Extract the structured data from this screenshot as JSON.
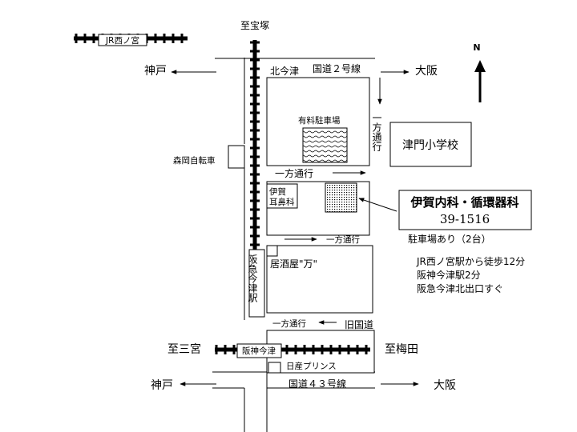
{
  "labels": {
    "jr_station": "JR西ノ宮",
    "to_takarazuka": "至宝塚",
    "north": "N",
    "kobe_top": "神戸",
    "osaka_top": "大阪",
    "kita_imazu": "北今津",
    "route2": "国道２号線",
    "paid_parking": "有料駐車場",
    "one_way_vertical": "一方通行",
    "school": "津門小学校",
    "morioka_bicycle": "森岡自転車",
    "one_way_1": "一方通行",
    "iga_ent_line1": "伊賀",
    "iga_ent_line2": "耳鼻科",
    "clinic_name": "伊賀内科・循環器科",
    "clinic_phone": "39-1516",
    "parking_note": "駐車場あり（2台）",
    "one_way_2": "一方通行",
    "hankyu_station": "阪急今津駅",
    "izakaya": "居酒屋\"万\"",
    "access_1": "JR西ノ宮駅から徒歩12分",
    "access_2": "阪神今津駅2分",
    "access_3": "阪急今津北出口すぐ",
    "one_way_3": "一方通行",
    "old_road": "旧国道",
    "to_sannomiya": "至三宮",
    "hanshin_station": "阪神今津",
    "to_umeda": "至梅田",
    "nissan_prince": "日産プリンス",
    "kobe_bottom": "神戸",
    "route43": "国道４３号線",
    "osaka_bottom": "大阪"
  },
  "icons": {
    "north_arrow": "north-arrow-icon",
    "clinic_marker": "clinic-hatch-icon",
    "parking_marker": "parking-hatch-icon"
  }
}
